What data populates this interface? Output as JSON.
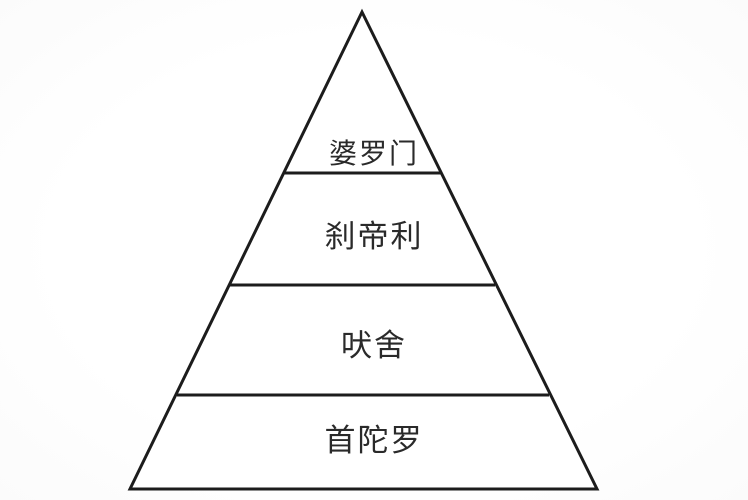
{
  "diagram": {
    "type": "pyramid",
    "levels": [
      {
        "rank": 1,
        "label": "婆罗门"
      },
      {
        "rank": 2,
        "label": "刹帝利"
      },
      {
        "rank": 3,
        "label": "吠舍"
      },
      {
        "rank": 4,
        "label": "首陀罗"
      }
    ],
    "stroke_color": "#1c1c1c",
    "fill_color": "#ffffff",
    "text_color": "#2a2a2a"
  }
}
